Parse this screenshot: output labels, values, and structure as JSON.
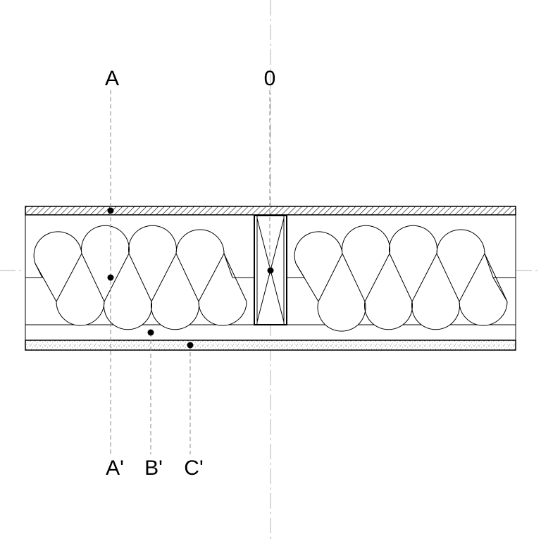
{
  "labels": {
    "top_a": "A",
    "top_zero": "0",
    "bottom_a": "A'",
    "bottom_b": "B'",
    "bottom_c": "C'"
  },
  "colors": {
    "line": "#000000",
    "guide": "#8a8a8a",
    "axis": "#b0b0b0",
    "background": "#ffffff"
  },
  "legend": {
    "points": [
      "A",
      "A'",
      "B'",
      "C'",
      "0"
    ],
    "layers": [
      "top-sheathing-hatched",
      "insulation-batts",
      "wood-stud",
      "air-gap",
      "bottom-board-stippled"
    ]
  }
}
